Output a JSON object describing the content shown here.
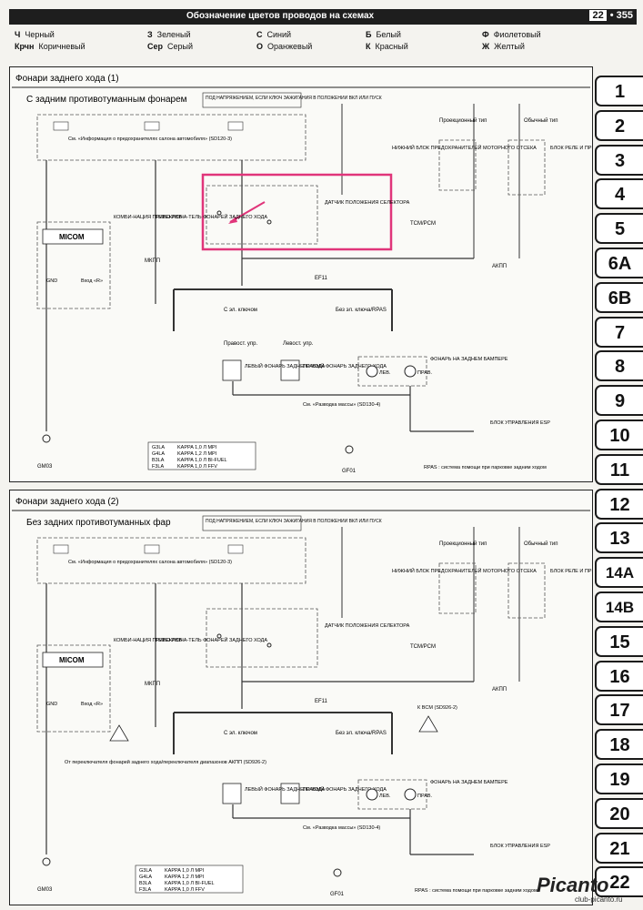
{
  "header": {
    "title": "Обозначение цветов проводов на схемах",
    "section": "22",
    "page": "355"
  },
  "legend": [
    {
      "code": "Ч",
      "name": "Черный"
    },
    {
      "code": "З",
      "name": "Зеленый"
    },
    {
      "code": "С",
      "name": "Синий"
    },
    {
      "code": "Б",
      "name": "Белый"
    },
    {
      "code": "Ф",
      "name": "Фиолетовый"
    },
    {
      "code": "Крчн",
      "name": "Коричневый"
    },
    {
      "code": "Сер",
      "name": "Серый"
    },
    {
      "code": "О",
      "name": "Оранжевый"
    },
    {
      "code": "К",
      "name": "Красный"
    },
    {
      "code": "Ж",
      "name": "Желтый"
    }
  ],
  "panel1": {
    "title": "Фонари заднего хода (1)",
    "subtitle": "С задним противотуманным фонарем",
    "note_power": "ПОД НАПРЯЖЕНИЕМ, ЕСЛИ КЛЮЧ ЗАЖИГАНИЯ В ПОЛОЖЕНИИ ВКЛ ИЛИ ПУСК",
    "rpas_note": "RPAS : система помощи при парковке задним ходом",
    "models": [
      {
        "code": "G3LA",
        "desc": "KAPPA 1,0 Л MPI"
      },
      {
        "code": "G4LA",
        "desc": "KAPPA 1,2 Л MPI"
      },
      {
        "code": "B3LA",
        "desc": "KAPPA 1,0 Л BI-FUEL"
      },
      {
        "code": "F3LA",
        "desc": "KAPPA 1,0 Л FFV"
      }
    ]
  },
  "panel2": {
    "title": "Фонари заднего хода (2)",
    "subtitle": "Без задних противотуманных фар",
    "note_power": "ПОД НАПРЯЖЕНИЕМ, ЕСЛИ КЛЮЧ ЗАЖИГАНИЯ В ПОЛОЖЕНИИ ВКЛ ИЛИ ПУСК",
    "rpas_note": "RPAS : система помощи при парковке задним ходом",
    "models": [
      {
        "code": "G3LA",
        "desc": "KAPPA 1,0 Л MPI"
      },
      {
        "code": "G4LA",
        "desc": "KAPPA 1,2 Л MPI"
      },
      {
        "code": "B3LA",
        "desc": "KAPPA 1,0 Л BI-FUEL"
      },
      {
        "code": "F3LA",
        "desc": "KAPPA 1,0 Л FFV"
      }
    ]
  },
  "labels": {
    "micom": "MICOM",
    "mkpp": "МКПП",
    "akpp": "АКПП",
    "combi": "КОМБИ-НАЦИЯ ПРИБО-РОВ",
    "selector": "ДАТЧИК ПОЛОЖЕНИЯ СЕЛЕКТОРА",
    "tcm": "TCM/PCM",
    "switch_lamp": "ПЕРЕКЛЮЧА-ТЕЛЬ ФОНАРЕЙ ЗАДНЕГО ХОДА",
    "left_lamp": "ЛЕВЫЙ ФОНАРЬ ЗАДНЕГО ХОДА",
    "right_lamp": "ПРАВЫЙ ФОНАРЬ ЗАДНЕГО ХОДА",
    "bumper_lamp": "ФОНАРЬ НА ЗАДНЕМ БАМПЕРЕ",
    "projection": "Проекционный тип",
    "normal": "Обычный тип",
    "lower_block": "НИЖНИЙ БЛОК ПРЕДОХРАНИТЕЛЕЙ МОТОРНОГО ОТСЕКА",
    "relay_block": "БЛОК РЕЛЕ И ПРЕДОХРАНИТЕЛЕЙ НА ПЕЧАТНОЙ ПЛАТЕ",
    "control_block": "БЛОК УПРАВЛЕНИЯ ESP",
    "with_key": "С эл. ключом",
    "without_key": "Без эл. ключа/RPAS",
    "right_up": "Правост. упр.",
    "left_up": "Левост. упр.",
    "ground_note": "См. «Разводка массы» (SD130-4)",
    "lev": "ЛЕВ.",
    "prav": "ПРАВ.",
    "vhod_r": "Вход «R»",
    "gnd": "GND",
    "fuse_info": "См. «Информация о предохранителях салона автомобиля» (SD120-3)",
    "from_switch": "От переключателя фонарей заднего хода/переключателя диапазонов АКПП (SD926-2)",
    "to_bcm": "К BCM (SD926-2)",
    "gm03": "GM03",
    "gf01": "GF01",
    "ef11": "EF11"
  },
  "tabs": [
    "1",
    "2",
    "3",
    "4",
    "5",
    "6A",
    "6B",
    "7",
    "8",
    "9",
    "10",
    "11",
    "12",
    "13",
    "14A",
    "14B",
    "15",
    "16",
    "17",
    "18",
    "19",
    "20",
    "21",
    "22"
  ],
  "brand": {
    "name": "Picanto",
    "site": "club-picanto.ru"
  },
  "colors": {
    "highlight": "#e0357a",
    "wire": "#333333",
    "panel_bg": "#fafaf7"
  }
}
